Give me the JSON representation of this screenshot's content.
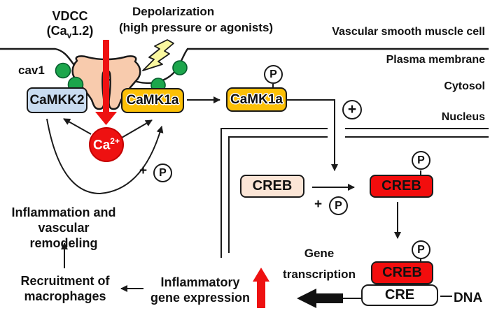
{
  "header": {
    "vdcc_title": "VDCC",
    "vdcc_sub_pre": "(Ca",
    "vdcc_sub": "v",
    "vdcc_sub_post": "1.2)",
    "depolarization_line1": "Depolarization",
    "depolarization_line2": "(high pressure or agonists)"
  },
  "compartments": {
    "cell": "Vascular smooth muscle cell",
    "membrane": "Plasma membrane",
    "cytosol": "Cytosol",
    "nucleus": "Nucleus"
  },
  "molecules": {
    "cav1": "cav1",
    "camkk2": "CaMKK2",
    "camk1a_membrane": "CaMK1a",
    "camk1a_cytosol": "CaMK1a",
    "calcium_base": "Ca",
    "calcium_charge": "2+",
    "creb_inactive": "CREB",
    "creb_phospho": "CREB",
    "creb_dna": "CREB",
    "cre": "CRE",
    "dna": "DNA"
  },
  "symbols": {
    "phosphate": "P",
    "plus": "+",
    "stimulation": "+"
  },
  "outcomes": {
    "gene_line1": "Gene",
    "gene_line2": "transcription",
    "inflammatory_line1": "Inflammatory",
    "inflammatory_line2": "gene expression",
    "recruitment_line1": "Recruitment of",
    "recruitment_line2": "macrophages",
    "inflammation_line1": "Inflammation and",
    "inflammation_line2": "vascular remodeling"
  },
  "colors": {
    "camkk2_fill": "#C9DCF0",
    "camk1a_fill": "#FCC006",
    "calcium_fill": "#EE1111",
    "creb_inactive_fill": "#FBE5D6",
    "creb_active_fill": "#F20D0D",
    "channel_fill": "#F8CBAD",
    "caveolin_fill": "#1CA64C",
    "bolt_fill": "#FAF8A0",
    "arrow_red": "#EE1111"
  }
}
